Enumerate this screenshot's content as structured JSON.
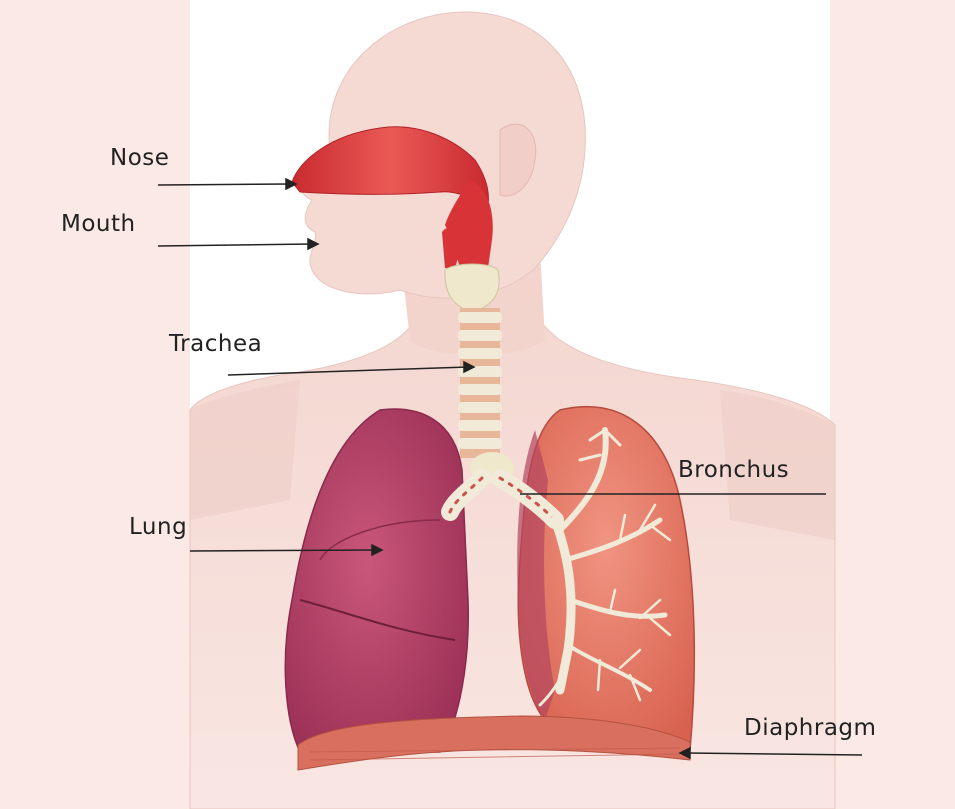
{
  "diagram": {
    "labels": {
      "nose": "Nose",
      "mouth": "Mouth",
      "trachea": "Trachea",
      "bronchus": "Bronchus",
      "lung": "Lung",
      "diaphragm": "Diaphragm"
    },
    "colors": {
      "background_side": "#fbe9e6",
      "skin": "#f6dcd6",
      "skin_shadow": "#e9c2bb",
      "airway_red": "#dc3b3d",
      "cartilage": "#efe9cf",
      "lung_left": "#b9446a",
      "lung_right": "#e87b6a",
      "bronchial_tree": "#f1ead8",
      "diaphragm": "#d9705f",
      "pointer_line": "#222222"
    }
  }
}
